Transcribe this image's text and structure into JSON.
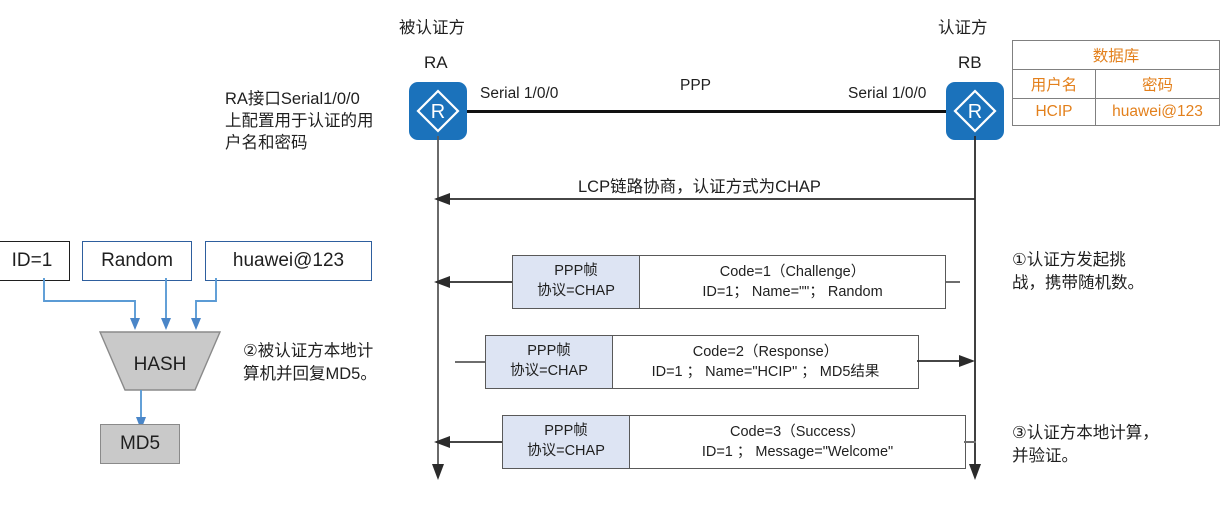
{
  "title": "PPP CHAP Authentication Flow",
  "colors": {
    "router_blue": "#1b72bb",
    "frame_header_fill": "#dde4f3",
    "db_text": "#e3801c",
    "arrow_blue": "#4a86c8",
    "md5_fill": "#c9c9c9"
  },
  "topology": {
    "left_role": "被认证方",
    "left_device": "RA",
    "right_role": "认证方",
    "right_device": "RB",
    "left_interface": "Serial 1/0/0",
    "right_interface": "Serial 1/0/0",
    "link_protocol": "PPP",
    "router_glyph": "R"
  },
  "config_note": {
    "line1": "RA接口Serial1/0/0",
    "line2": "上配置用于认证的用",
    "line3": "户名和密码"
  },
  "database": {
    "title": "数据库",
    "headers": [
      "用户名",
      "密码"
    ],
    "rows": [
      [
        "HCIP",
        "huawei@123"
      ]
    ]
  },
  "lcp": {
    "label": "LCP链路协商，认证方式为CHAP"
  },
  "messages": [
    {
      "proto_line1": "PPP帧",
      "proto_line2": "协议=CHAP",
      "body_line1": "Code=1（Challenge）",
      "body_line2": "ID=1； Name=\"\"； Random",
      "direction": "right-to-left"
    },
    {
      "proto_line1": "PPP帧",
      "proto_line2": "协议=CHAP",
      "body_line1": "Code=2（Response）",
      "body_line2": "ID=1 ； Name=\"HCIP\" ； MD5结果",
      "direction": "left-to-right"
    },
    {
      "proto_line1": "PPP帧",
      "proto_line2": "协议=CHAP",
      "body_line1": "Code=3（Success）",
      "body_line2": "ID=1 ； Message=\"Welcome\"",
      "direction": "right-to-left"
    }
  ],
  "annotations": {
    "step1_line1": "①认证方发起挑",
    "step1_line2": "战，携带随机数。",
    "step2_line1": "②被认证方本地计",
    "step2_line2": "算机并回复MD5。",
    "step3_line1": "③认证方本地计算，",
    "step3_line2": "并验证。"
  },
  "hash_diagram": {
    "inputs": [
      "ID=1",
      "Random",
      "huawei@123"
    ],
    "function": "HASH",
    "output": "MD5"
  }
}
